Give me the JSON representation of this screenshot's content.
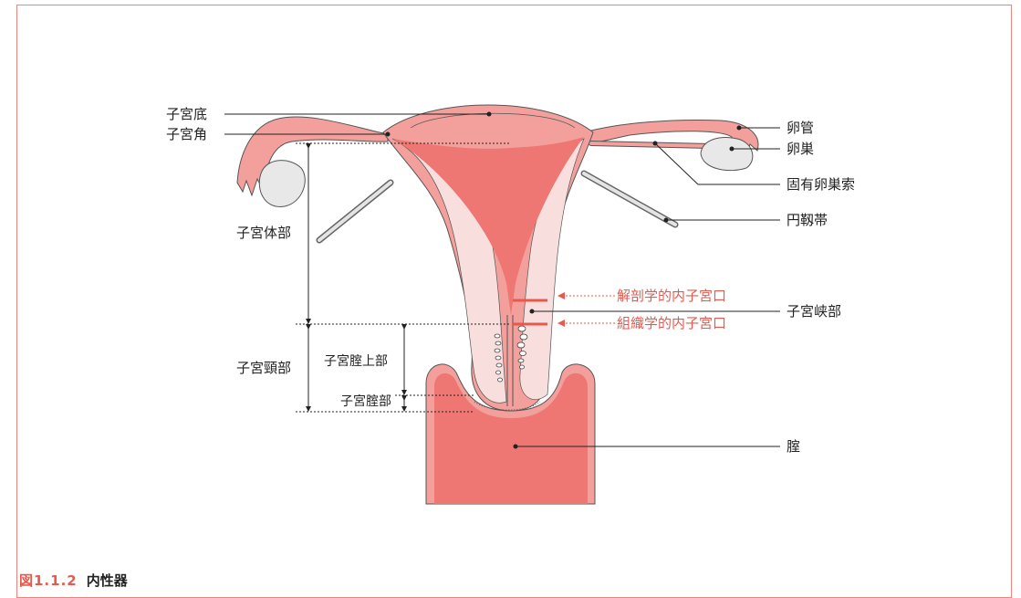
{
  "labels": {
    "fundus": "子宮底",
    "uterine_horn": "子宮角",
    "corpus": "子宮体部",
    "cervix": "子宮頸部",
    "supravaginal": "子宮腟上部",
    "vaginal_portion": "子宮腟部",
    "fallopian_tube": "卵管",
    "ovary": "卵巣",
    "ovarian_ligament": "固有卵巣索",
    "round_ligament": "円靱帯",
    "anatomical_internal_os": "解剖学的内子宮口",
    "isthmus": "子宮峡部",
    "histological_internal_os": "組織学的内子宮口",
    "vagina": "腟"
  },
  "caption": {
    "number": "図1.1.2",
    "title": "内性器"
  },
  "colors": {
    "frame": "#e8867f",
    "accent_red": "#e8584d",
    "tissue_dark": "#ee7673",
    "tissue_mid": "#f3a09c",
    "tissue_light": "#f9dede",
    "ovary_fill": "#e8e8e8",
    "outline": "#555555"
  }
}
